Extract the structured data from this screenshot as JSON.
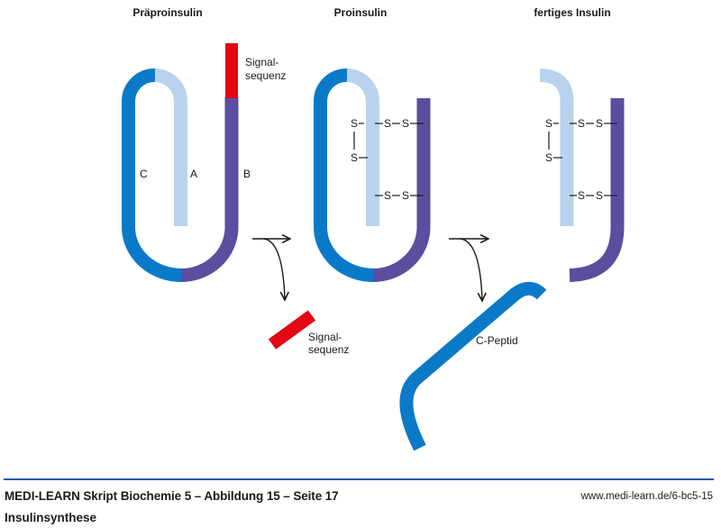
{
  "stages": [
    {
      "title": "Präproinsulin"
    },
    {
      "title": "Proinsulin"
    },
    {
      "title": "fertiges Insulin"
    }
  ],
  "chain_labels": {
    "c": "C",
    "a": "A",
    "b": "B"
  },
  "signal_label": [
    "Signal-",
    "sequenz"
  ],
  "cleaved_signal_label": [
    "Signal-",
    "sequenz"
  ],
  "c_peptide_label": "C-Peptid",
  "disulfide": {
    "s": "S",
    "bond": "—"
  },
  "colors": {
    "c_chain": "#0a7ac8",
    "a_chain": "#b9d3ee",
    "b_chain": "#5b4e9e",
    "signal": "#e30613",
    "arrow": "#1a1a1a",
    "footer_rule": "#1f5aa8"
  },
  "footer": {
    "title": "MEDI-LEARN Skript Biochemie 5 – Abbildung 15 – Seite 17",
    "subtitle": "Insulinsynthese",
    "url": "www.medi-learn.de/6-bc5-15"
  }
}
